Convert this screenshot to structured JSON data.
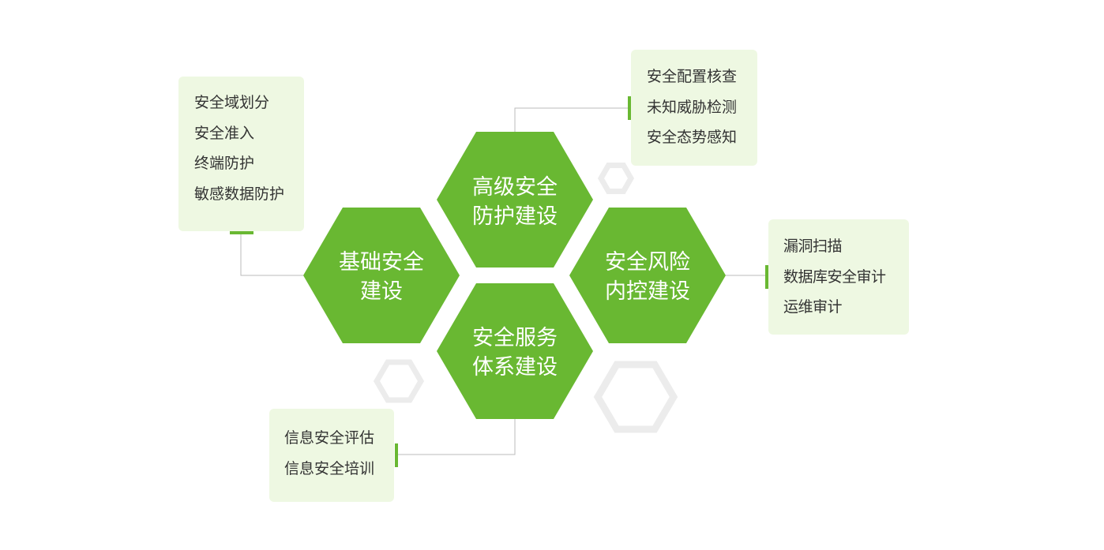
{
  "colors": {
    "hexagon_green": "#69b832",
    "box_background": "#eef8e2",
    "connector_line": "#bbbbbb",
    "accent_bar": "#69b832",
    "decorative_hexagon": "#ececec",
    "list_text": "#333333",
    "hexagon_text": "#ffffff"
  },
  "hexagons": {
    "advanced": {
      "line1": "高级安全",
      "line2": "防护建设"
    },
    "base": {
      "line1": "基础安全",
      "line2": "建设"
    },
    "risk": {
      "line1": "安全风险",
      "line2": "内控建设"
    },
    "service": {
      "line1": "安全服务",
      "line2": "体系建设"
    }
  },
  "boxes": {
    "base": {
      "items": [
        "安全域划分",
        "安全准入",
        "终端防护",
        "敏感数据防护"
      ]
    },
    "advanced": {
      "items": [
        "安全配置核查",
        "未知威胁检测",
        "安全态势感知"
      ]
    },
    "risk": {
      "items": [
        "漏洞扫描",
        "数据库安全审计",
        "运维审计"
      ]
    },
    "service": {
      "items": [
        "信息安全评估",
        "信息安全培训"
      ]
    }
  }
}
